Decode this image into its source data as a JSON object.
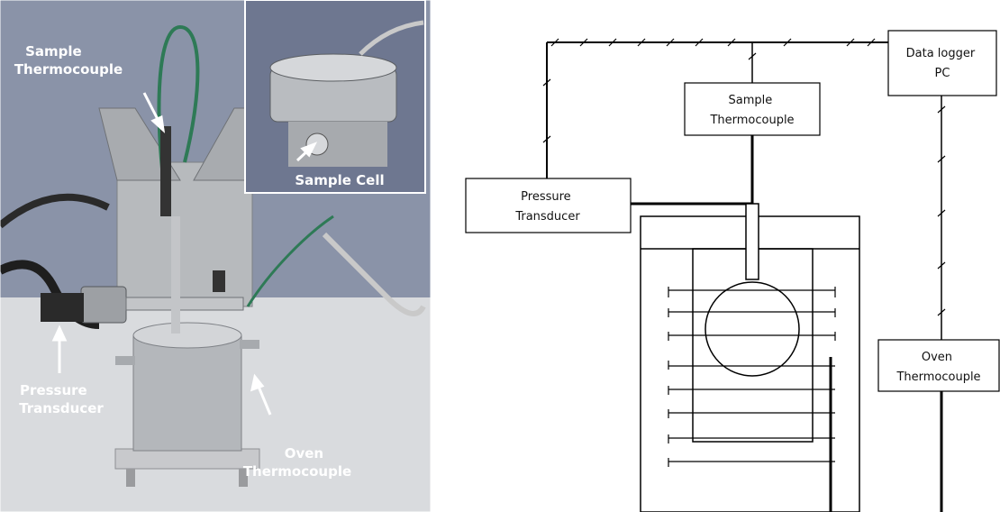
{
  "photo": {
    "labels": {
      "sample_thermocouple": [
        "Sample",
        "Thermocouple"
      ],
      "sample_cell": "Sample Cell",
      "pressure_transducer": [
        "Pressure",
        "Transducer"
      ],
      "oven_thermocouple": [
        "Oven",
        "Thermocouple"
      ]
    },
    "colors": {
      "label": "#ffffff",
      "arrow": "#ffffff",
      "wall": "#8a93a8",
      "bench": "#d9dbde",
      "steel": "#b9bcc0"
    }
  },
  "schematic": {
    "boxes": {
      "data_logger": [
        "Data logger",
        "PC"
      ],
      "sample_thermocouple": [
        "Sample",
        "Thermocouple"
      ],
      "pressure_transducer": [
        "Pressure",
        "Transducer"
      ],
      "oven_thermocouple": [
        "Oven",
        "Thermocouple"
      ]
    },
    "colors": {
      "line": "#000000",
      "box_border": "#000000",
      "box_fill": "#ffffff"
    }
  }
}
